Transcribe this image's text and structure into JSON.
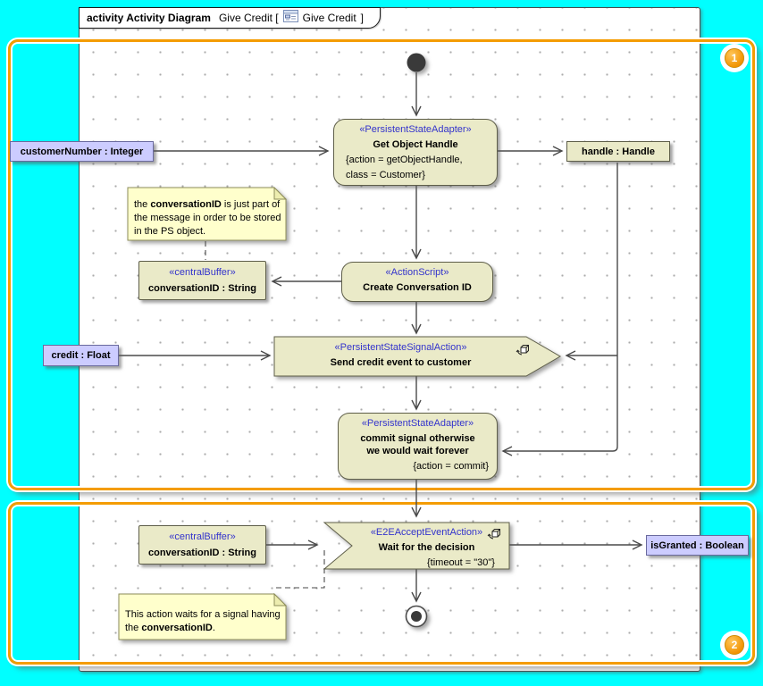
{
  "tab": {
    "bold": "activity Activity Diagram",
    "regular": "Give Credit [",
    "inner": "Give Credit",
    "close": "]"
  },
  "badges": {
    "b1": "1",
    "b2": "2"
  },
  "nodes": {
    "getObjectHandle": {
      "stereotype": "«PersistentStateAdapter»",
      "name": "Get Object Handle",
      "prop1": "{action = getObjectHandle,",
      "prop2": "class = Customer}"
    },
    "customerNumber": {
      "label": "customerNumber : Integer"
    },
    "handle": {
      "label": "handle : Handle"
    },
    "buffer1": {
      "stereotype": "«centralBuffer»",
      "label": "conversationID : String"
    },
    "createConversation": {
      "stereotype": "«ActionScript»",
      "name": "Create Conversation ID"
    },
    "credit": {
      "label": "credit : Float"
    },
    "sendSignal": {
      "stereotype": "«PersistentStateSignalAction»",
      "name": "Send credit event to customer"
    },
    "commit": {
      "stereotype": "«PersistentStateAdapter»",
      "name1": "commit signal otherwise",
      "name2": "we would wait forever",
      "prop": "{action = commit}"
    },
    "accept": {
      "stereotype": "«E2EAcceptEventAction»",
      "name": "Wait for the decision",
      "prop": "{timeout = \"30\"}"
    },
    "buffer2": {
      "stereotype": "«centralBuffer»",
      "label": "conversationID : String"
    },
    "isGranted": {
      "label": "isGranted : Boolean"
    }
  },
  "notes": {
    "top": {
      "t1": "the ",
      "bold": "conversationID",
      "t2": " is just part of the message in order to be stored in the PS object."
    },
    "bottom": {
      "t1": "This action waits for a signal having the ",
      "bold": "conversationID",
      "t2": "."
    }
  },
  "icons": {
    "tab_icon": "diagram-icon",
    "send_icon": "e2e-signal-action-icon",
    "accept_icon": "e2e-accept-event-icon"
  },
  "colors": {
    "canvas": "#00FFFF",
    "frame_orange": "#F49C00",
    "action_fill": "#EAEAC8",
    "action_border": "#5E5E49",
    "object_fill": "#CCCCFF",
    "note_fill": "#FFFFCC",
    "stereotype_text": "#3333CC",
    "edge": "#4A4A4A"
  }
}
